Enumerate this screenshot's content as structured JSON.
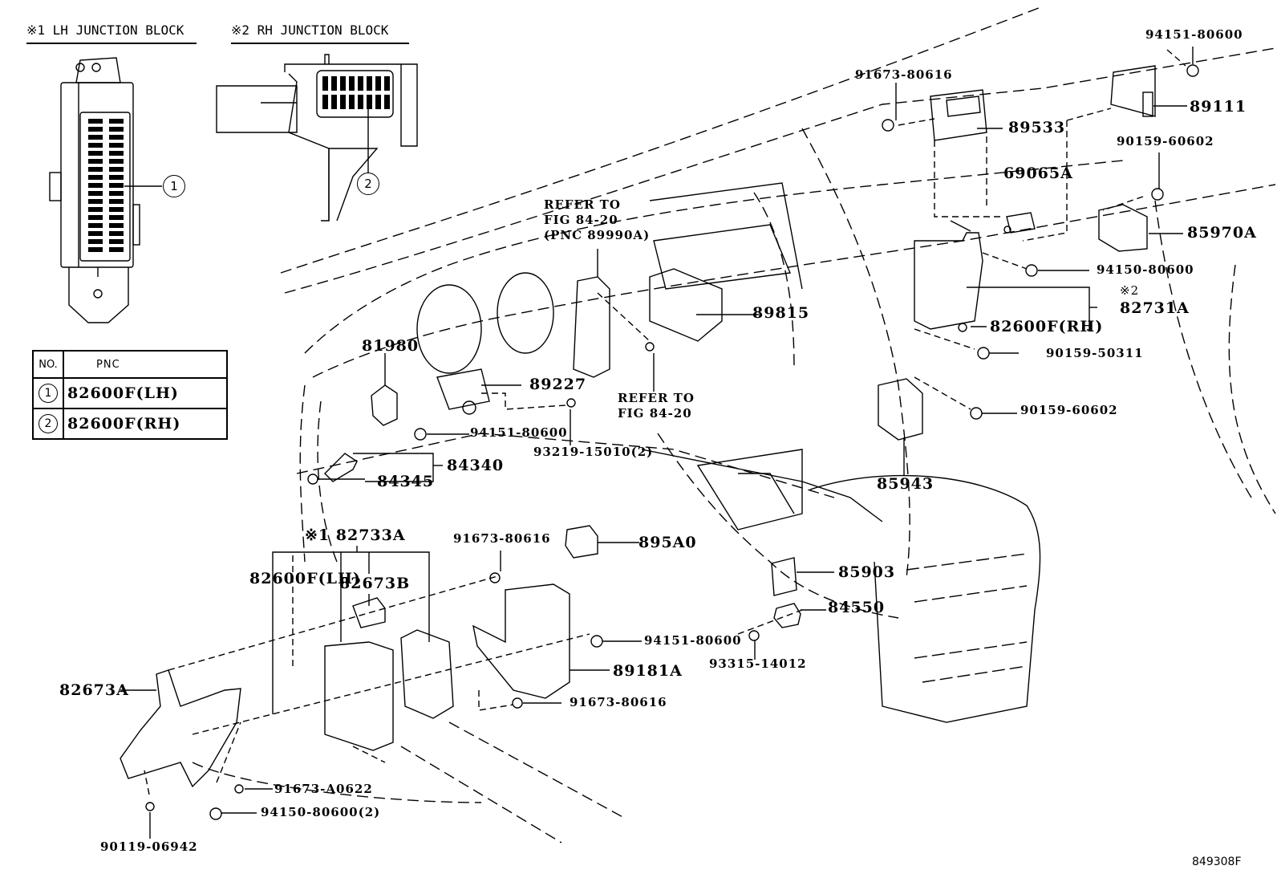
{
  "insets": {
    "lh_title": "※1 LH JUNCTION BLOCK",
    "rh_title": "※2 RH JUNCTION BLOCK",
    "lh_callout": "1",
    "rh_callout": "2"
  },
  "pnc_table": {
    "header_no": "NO.",
    "header_pnc": "PNC",
    "rows": [
      {
        "no": "1",
        "pnc": "82600F(LH)"
      },
      {
        "no": "2",
        "pnc": "82600F(RH)"
      }
    ]
  },
  "notes": {
    "refer_upper": [
      "REFER TO",
      "FIG 84-20",
      "(PNC 89990A)"
    ],
    "refer_lower": [
      "REFER TO",
      "FIG 84-20"
    ]
  },
  "part_labels": {
    "p94151_80600_top": "94151-80600",
    "p91673_80616_top": "91673-80616",
    "p89533": "89533",
    "p89111": "89111",
    "p90159_60602_top": "90159-60602",
    "p69065A": "69065A",
    "p85970A": "85970A",
    "p94150_80600": "94150-80600",
    "p82731A_mark": "※2",
    "p82731A": "82731A",
    "p82600F_RH": "82600F(RH)",
    "p90159_50311": "90159-50311",
    "p90159_60602_mid": "90159-60602",
    "p89815": "89815",
    "p81980": "81980",
    "p89227": "89227",
    "p94151_80600_mid": "94151-80600",
    "p93219_15010": "93219-15010(2)",
    "p84340": "84340",
    "p84345": "84345",
    "p85943": "85943",
    "p895A0": "895A0",
    "p82733A": "※1 82733A",
    "p91673_80616_mid": "91673-80616",
    "p82600F_LH": "82600F(LH)",
    "p82673B": "82673B",
    "p85903": "85903",
    "p84550": "84550",
    "p94151_80600_low": "94151-80600",
    "p89181A": "89181A",
    "p93315_14012": "93315-14012",
    "p82673A": "82673A",
    "p91673_80616_low": "91673-80616",
    "p91673_A0622": "91673-A0622",
    "p94150_80600_2": "94150-80600(2)",
    "p90119_06942": "90119-06942"
  },
  "figure_id": "849308F"
}
